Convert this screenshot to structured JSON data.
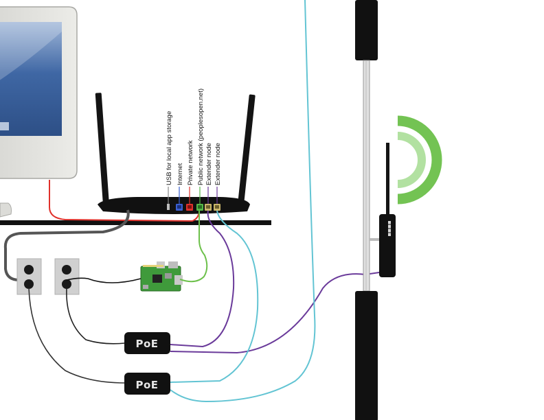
{
  "router": {
    "port_labels": [
      "USB for local app storage",
      "Internet",
      "Private network",
      "Public network (peoplesopen.net)",
      "Extender node",
      "Extender node"
    ]
  },
  "poe_injectors": [
    {
      "label": "PoE"
    },
    {
      "label": "PoE"
    }
  ],
  "colors": {
    "internet_port": "#3a5fd0",
    "private_port": "#e0312b",
    "public_port": "#55b848",
    "extender_port": "#c9b56a",
    "purple_cable": "#6a3a9a",
    "teal_cable": "#62c4d3",
    "green_cable": "#6cc04a",
    "red_cable": "#e0312b",
    "wifi_signal": "#6cc04a"
  }
}
